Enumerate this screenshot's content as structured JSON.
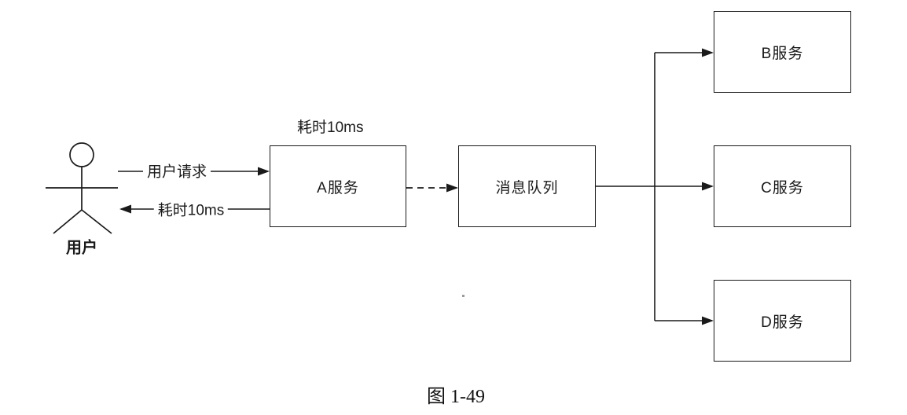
{
  "figure": {
    "caption": "图 1-49"
  },
  "actor": {
    "label": "用户"
  },
  "edges": {
    "request_label": "用户请求",
    "response_label": "耗时10ms"
  },
  "nodes": {
    "service_a": {
      "label": "A服务",
      "note": "耗时10ms"
    },
    "message_queue": {
      "label": "消息队列"
    },
    "service_b": {
      "label": "B服务"
    },
    "service_c": {
      "label": "C服务"
    },
    "service_d": {
      "label": "D服务"
    }
  },
  "colors": {
    "line": "#1a1a1a",
    "background": "#ffffff"
  }
}
